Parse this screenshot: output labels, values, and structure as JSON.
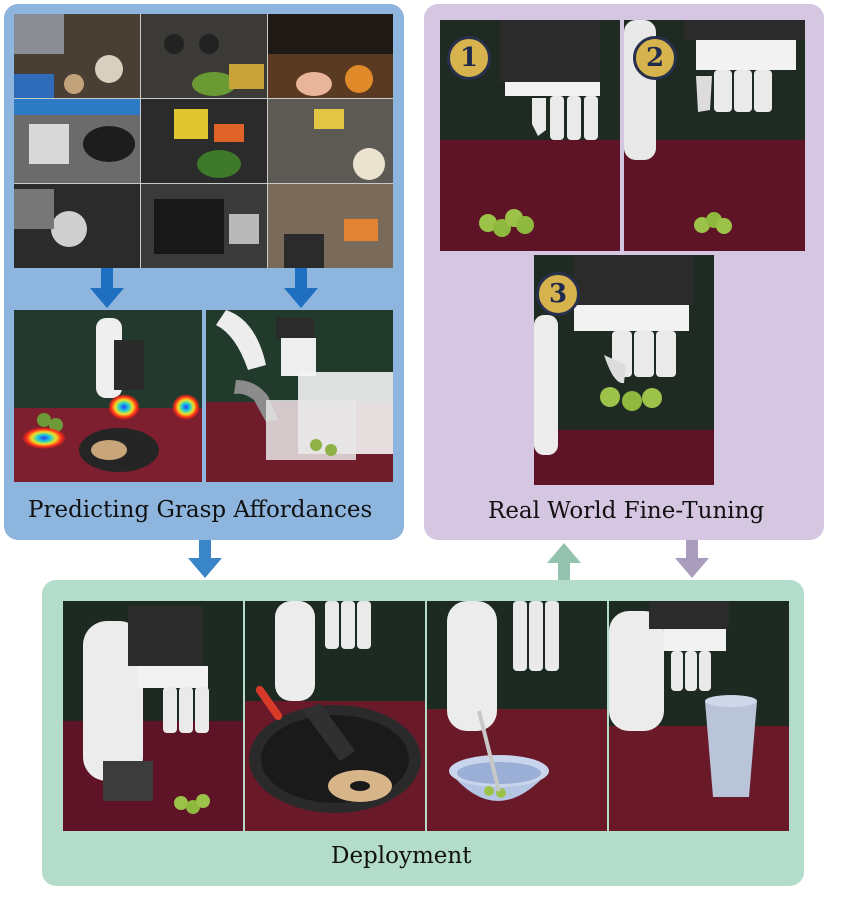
{
  "panels": {
    "affordance_caption": "Predicting Grasp Affordances",
    "finetune_caption": "Real World Fine-Tuning",
    "deployment_caption": "Deployment"
  },
  "steps": [
    "1",
    "2",
    "3"
  ],
  "colors": {
    "affordance_panel": "#8db5dd",
    "finetune_panel": "#d5c6e2",
    "deployment_panel": "#b3dccb",
    "arrow_blue": "#1f6fc0",
    "arrow_green": "#93c2ae",
    "arrow_purple": "#a99cbd",
    "badge_gold": "#d6b34c"
  }
}
